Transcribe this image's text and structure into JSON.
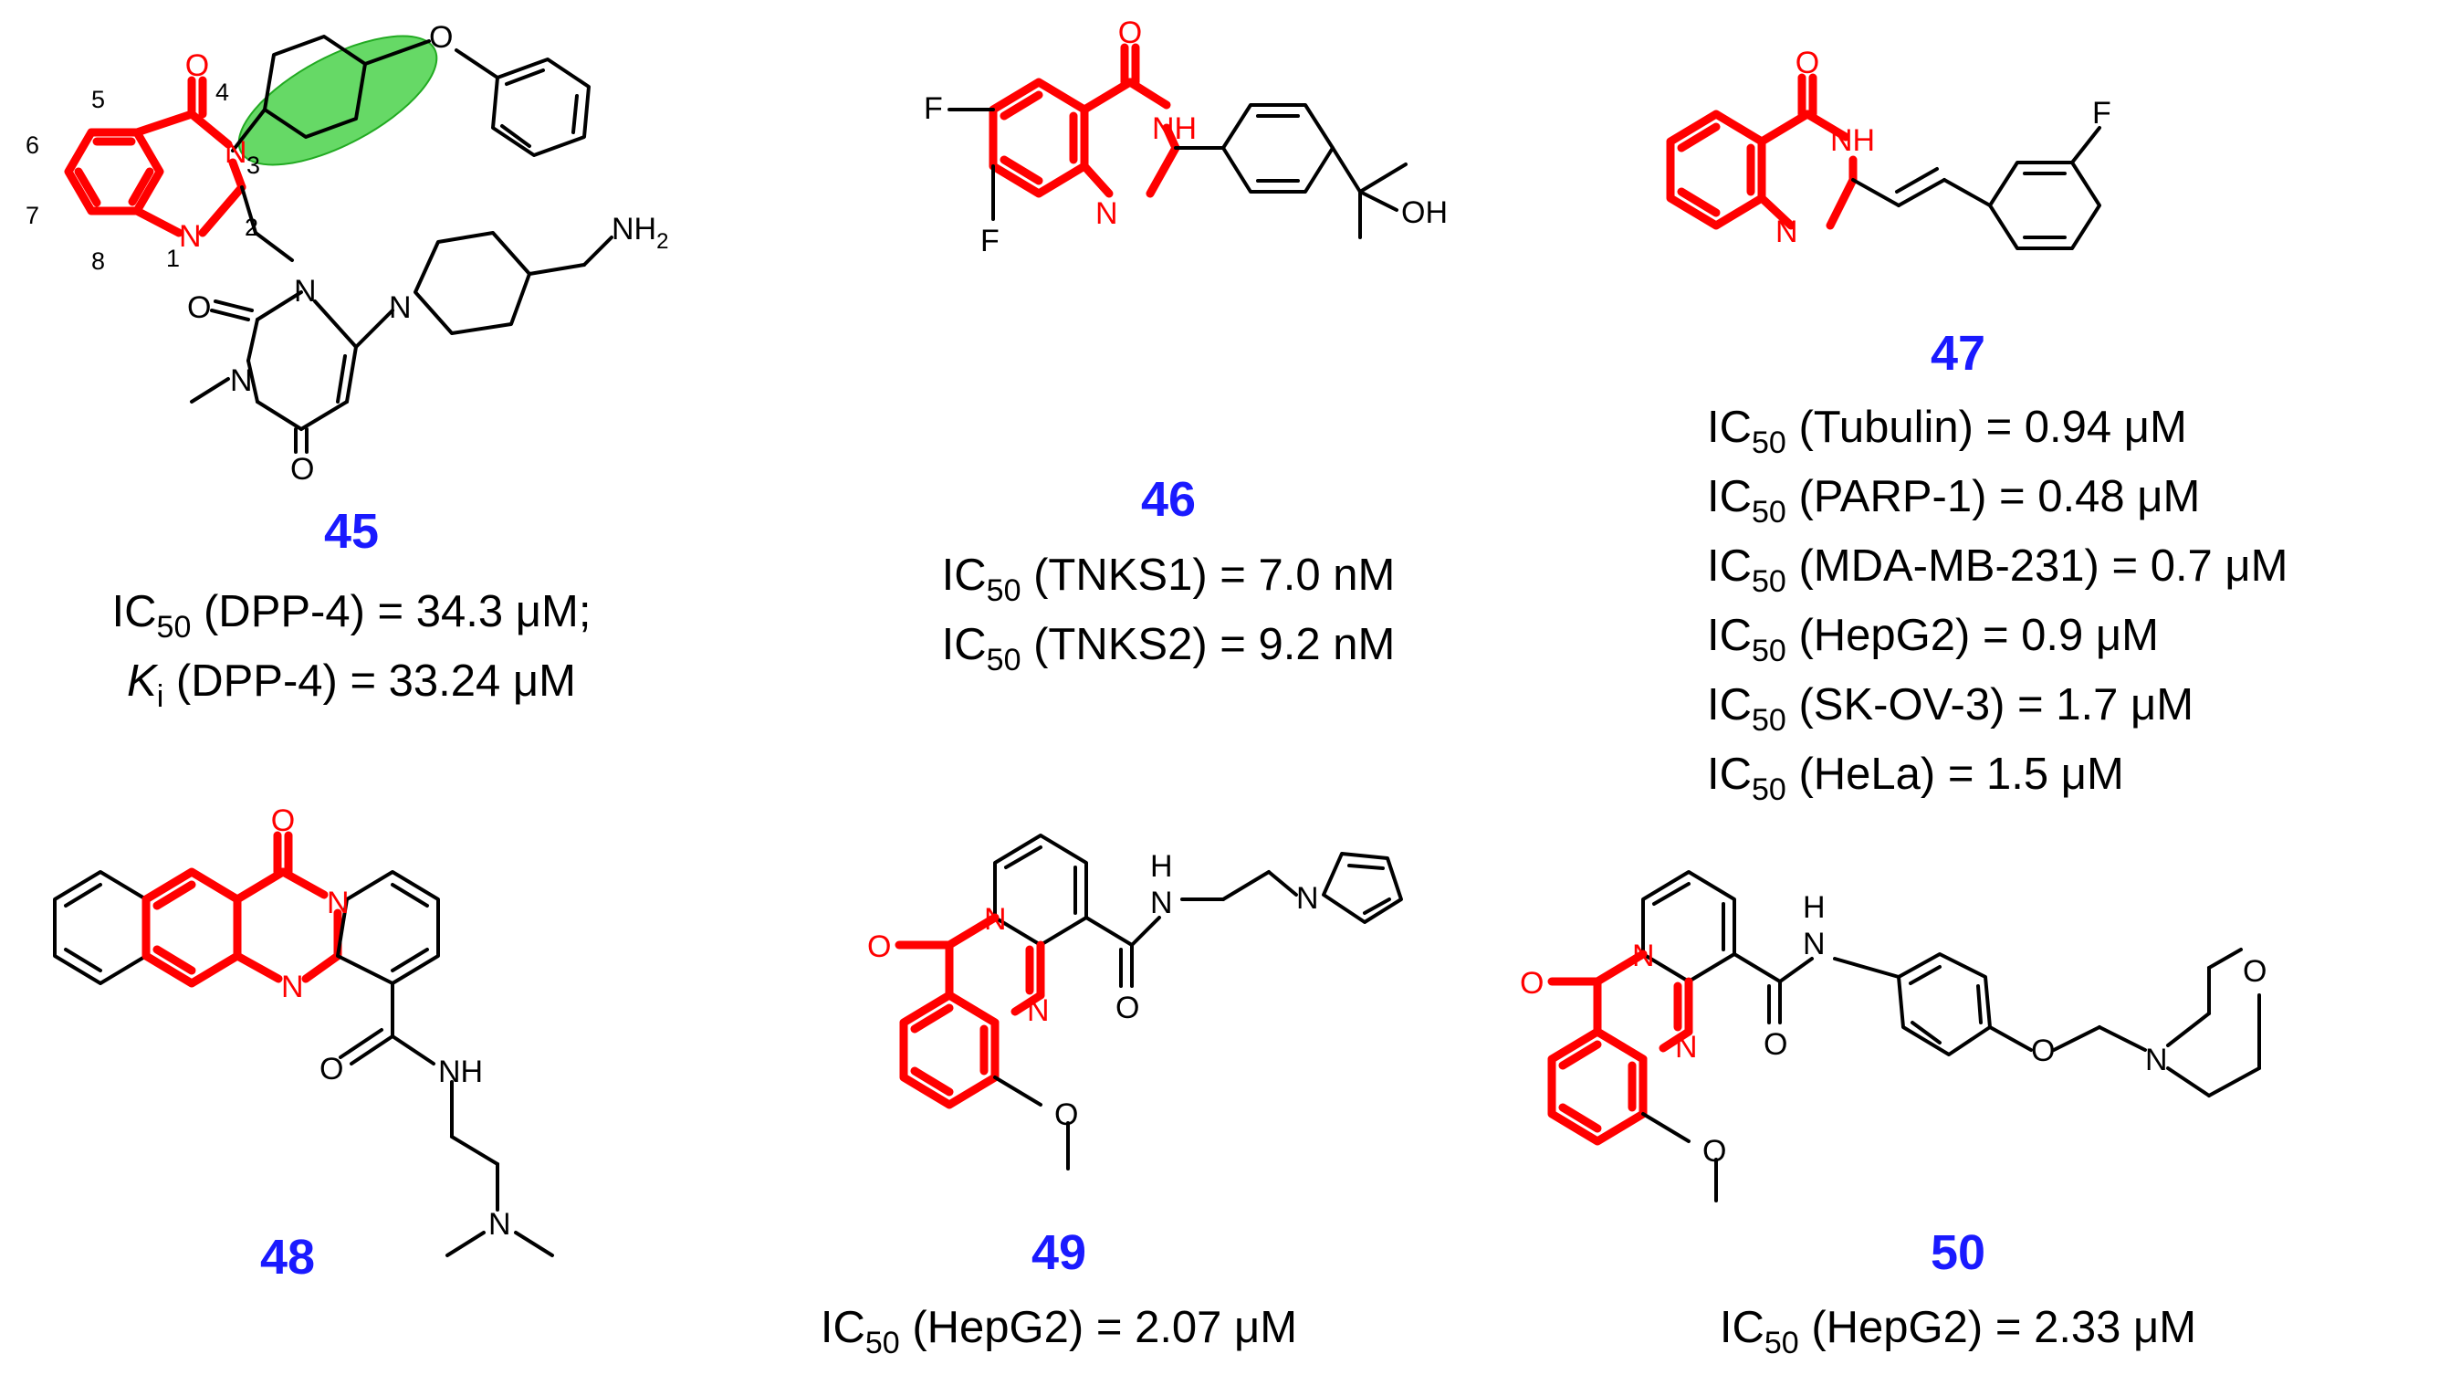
{
  "colors": {
    "scaffold": "#ff0000",
    "compound_id": "#1a1aff",
    "highlight": "#33cc33",
    "text": "#000000"
  },
  "compounds": {
    "c45": {
      "id": "45",
      "atoms": {
        "o4": "O",
        "n3": "N",
        "n1": "N",
        "n_ur1": "N",
        "n_ur3": "N",
        "o_ur2": "O",
        "o_ur6": "O",
        "n_pip": "N",
        "nh2_a": "NH",
        "nh2_b": "2",
        "o_ether": "O"
      },
      "ring_numbers": {
        "n1": "1",
        "n2": "2",
        "n3": "3",
        "n4": "4",
        "n5": "5",
        "n6": "6",
        "n7": "7",
        "n8": "8"
      },
      "lines": [
        {
          "label": "IC",
          "sub": "50",
          "text": " (DPP-4) = 34.3  μM;"
        },
        {
          "label": "K",
          "sub": "i",
          "text": " (DPP-4) = 33.24 μM"
        }
      ]
    },
    "c46": {
      "id": "46",
      "atoms": {
        "o": "O",
        "nh": "NH",
        "n": "N",
        "f1": "F",
        "f2": "F",
        "oh": "OH"
      },
      "lines": [
        {
          "label": "IC",
          "sub": "50",
          "text": " (TNKS1) = 7.0 nM"
        },
        {
          "label": "IC",
          "sub": "50",
          "text": " (TNKS2) = 9.2 nM"
        }
      ]
    },
    "c47": {
      "id": "47",
      "atoms": {
        "o": "O",
        "nh": "NH",
        "n": "N",
        "f": "F"
      },
      "lines": [
        {
          "label": "IC",
          "sub": "50",
          "text": " (Tubulin) = 0.94 μM"
        },
        {
          "label": "IC",
          "sub": "50",
          "text": " (PARP-1) = 0.48 μM"
        },
        {
          "label": "IC",
          "sub": "50",
          "text": " (MDA-MB-231) = 0.7 μM"
        },
        {
          "label": "IC",
          "sub": "50",
          "text": " (HepG2) = 0.9 μM"
        },
        {
          "label": "IC",
          "sub": "50",
          "text": " (SK-OV-3) = 1.7 μM"
        },
        {
          "label": "IC",
          "sub": "50",
          "text": " (HeLa) = 1.5 μM"
        }
      ]
    },
    "c48": {
      "id": "48",
      "atoms": {
        "o": "O",
        "n_bridge": "N",
        "n": "N",
        "o_amide": "O",
        "nh": "NH",
        "n_me2": "N"
      }
    },
    "c49": {
      "id": "49",
      "atoms": {
        "o": "O",
        "n_bridge": "N",
        "n": "N",
        "nh_h": "H",
        "nh_n": "N",
        "o_amide": "O",
        "n_pyrrole": "N",
        "o_ome": "O"
      },
      "lines": [
        {
          "label": "IC",
          "sub": "50",
          "text": " (HepG2) = 2.07 μM"
        }
      ]
    },
    "c50": {
      "id": "50",
      "atoms": {
        "o": "O",
        "n_bridge": "N",
        "n": "N",
        "nh_h": "H",
        "nh_n": "N",
        "o_amide": "O",
        "o_ether": "O",
        "n_morph": "N",
        "o_morph": "O",
        "o_ome": "O"
      },
      "lines": [
        {
          "label": "IC",
          "sub": "50",
          "text": " (HepG2) = 2.33 μM"
        }
      ]
    }
  }
}
